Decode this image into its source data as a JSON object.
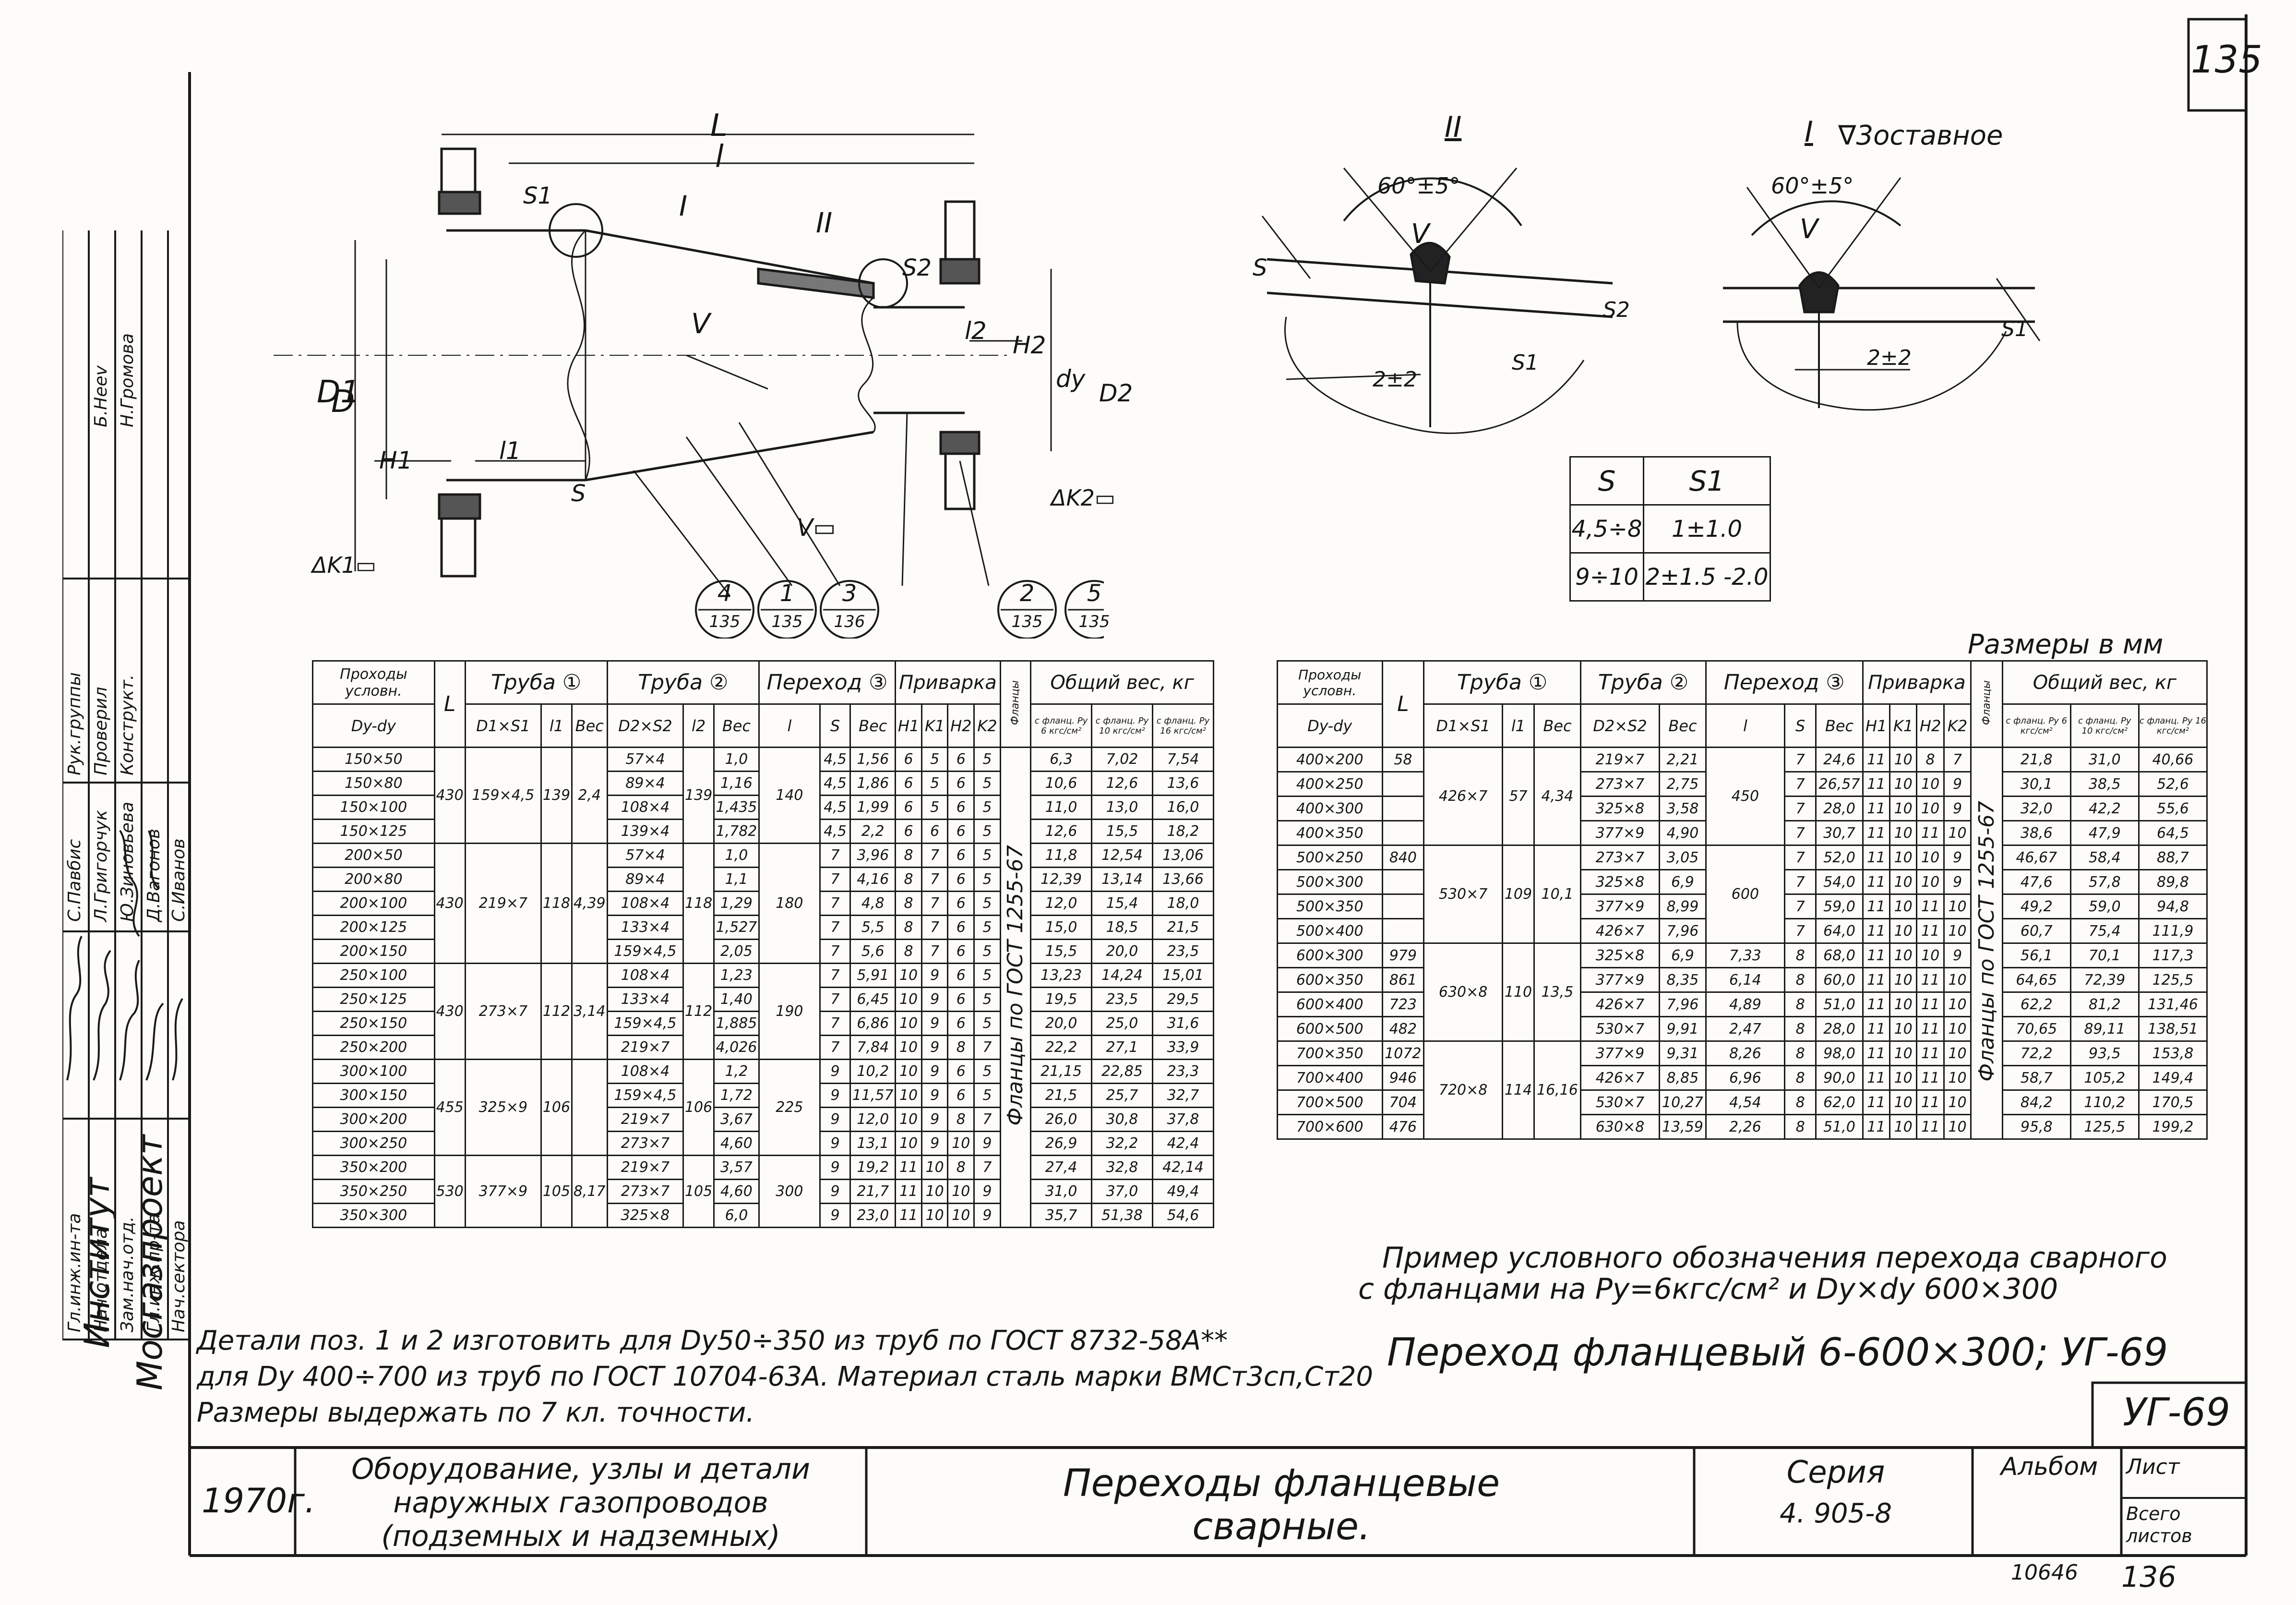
{
  "sheet_number": "135",
  "sheet_number_alt": "136",
  "archive_number": "10646",
  "drawing_code": "УГ-69",
  "dimensions_note": "Размеры в мм",
  "weld_detail_2": {
    "label": "II",
    "angle": "60°±5°",
    "weld_mark": "V",
    "gap": "2±2",
    "s_label": "S",
    "s1_label": "S1",
    "s2_label": "S2"
  },
  "weld_detail_1": {
    "label": "I",
    "note": "∇3оставное",
    "angle": "60°±5°",
    "weld_mark": "V",
    "gap": "2±2",
    "s1_label": "S1"
  },
  "s_table": {
    "headers": [
      "S",
      "S1"
    ],
    "rows": [
      [
        "4,5÷8",
        "1±1.0"
      ],
      [
        "9÷10",
        "2±1.5 -2.0"
      ]
    ]
  },
  "main_drawing": {
    "labels": {
      "L": "L",
      "l": "l",
      "S1": "S1",
      "S2": "S2",
      "I": "I",
      "II": "II",
      "V": "V",
      "D1": "D1",
      "D": "D",
      "H1": "H1",
      "l1": "l1",
      "l2": "l2",
      "H2": "H2",
      "Dy": "dy",
      "D2": "D2",
      "S": "S",
      "V_sq": "V▭",
      "dk1": "ΔK1▭",
      "dk2": "ΔK2▭"
    },
    "callouts": [
      {
        "num": "4",
        "sheet": "135"
      },
      {
        "num": "1",
        "sheet": "135"
      },
      {
        "num": "3",
        "sheet": "136"
      },
      {
        "num": "2",
        "sheet": "135"
      },
      {
        "num": "5",
        "sheet": "135"
      }
    ]
  },
  "left_table": {
    "header_top": [
      "Проходы условн.",
      "L",
      "Труба ①",
      "Труба ②",
      "Переход ③",
      "Приварка",
      "Фланцы",
      "Общий вес, кг"
    ],
    "header_sub": [
      "Dy-dy",
      "",
      "D1×S1",
      "l1",
      "Вес",
      "D2×S2",
      "l2",
      "Вес",
      "l",
      "S",
      "Вес",
      "H1",
      "K1",
      "H2",
      "K2",
      "",
      "с фланц. Ру 6 кгс/см²",
      "с фланц. Ру 10 кгс/см²",
      "с фланц. Ру 16 кгс/см²"
    ],
    "flange_note": "Фланцы по ГОСТ 1255-67",
    "groups": [
      {
        "L": "430",
        "pipe1": "159×4,5",
        "l1": "139",
        "w1": "2,4",
        "l": "140",
        "l2": "139",
        "rows": [
          [
            "150×50",
            "57×4",
            "1,0",
            "4,5",
            "1,56",
            "6",
            "5",
            "6",
            "5",
            "6,3",
            "7,02",
            "7,54"
          ],
          [
            "150×80",
            "89×4",
            "1,16",
            "4,5",
            "1,86",
            "6",
            "5",
            "6",
            "5",
            "10,6",
            "12,6",
            "13,6"
          ],
          [
            "150×100",
            "108×4",
            "1,435",
            "4,5",
            "1,99",
            "6",
            "5",
            "6",
            "5",
            "11,0",
            "13,0",
            "16,0"
          ],
          [
            "150×125",
            "139×4",
            "1,782",
            "4,5",
            "2,2",
            "6",
            "6",
            "6",
            "5",
            "12,6",
            "15,5",
            "18,2"
          ]
        ]
      },
      {
        "L": "430",
        "pipe1": "219×7",
        "l1": "118",
        "w1": "4,39",
        "l": "180",
        "l2": "118",
        "rows": [
          [
            "200×50",
            "57×4",
            "1,0",
            "7",
            "3,96",
            "8",
            "7",
            "6",
            "5",
            "11,8",
            "12,54",
            "13,06"
          ],
          [
            "200×80",
            "89×4",
            "1,1",
            "7",
            "4,16",
            "8",
            "7",
            "6",
            "5",
            "12,39",
            "13,14",
            "13,66"
          ],
          [
            "200×100",
            "108×4",
            "1,29",
            "7",
            "4,8",
            "8",
            "7",
            "6",
            "5",
            "12,0",
            "15,4",
            "18,0"
          ],
          [
            "200×125",
            "133×4",
            "1,527",
            "7",
            "5,5",
            "8",
            "7",
            "6",
            "5",
            "15,0",
            "18,5",
            "21,5"
          ],
          [
            "200×150",
            "159×4,5",
            "2,05",
            "7",
            "5,6",
            "8",
            "7",
            "6",
            "5",
            "15,5",
            "20,0",
            "23,5"
          ]
        ]
      },
      {
        "L": "430",
        "pipe1": "273×7",
        "l1": "112",
        "w1": "3,14",
        "l": "190",
        "l2": "112",
        "rows": [
          [
            "250×100",
            "108×4",
            "1,23",
            "7",
            "5,91",
            "10",
            "9",
            "6",
            "5",
            "13,23",
            "14,24",
            "15,01"
          ],
          [
            "250×125",
            "133×4",
            "1,40",
            "7",
            "6,45",
            "10",
            "9",
            "6",
            "5",
            "19,5",
            "23,5",
            "29,5"
          ],
          [
            "250×150",
            "159×4,5",
            "1,885",
            "7",
            "6,86",
            "10",
            "9",
            "6",
            "5",
            "20,0",
            "25,0",
            "31,6"
          ],
          [
            "250×200",
            "219×7",
            "4,026",
            "7",
            "7,84",
            "10",
            "9",
            "8",
            "7",
            "22,2",
            "27,1",
            "33,9"
          ]
        ]
      },
      {
        "L": "455",
        "pipe1": "325×9",
        "l1": "106",
        "w1": "",
        "l": "225",
        "l2": "106",
        "rows": [
          [
            "300×100",
            "108×4",
            "1,2",
            "9",
            "10,2",
            "10",
            "9",
            "6",
            "5",
            "21,15",
            "22,85",
            "23,3"
          ],
          [
            "300×150",
            "159×4,5",
            "1,72",
            "9",
            "11,57",
            "10",
            "9",
            "6",
            "5",
            "21,5",
            "25,7",
            "32,7"
          ],
          [
            "300×200",
            "219×7",
            "3,67",
            "9",
            "12,0",
            "10",
            "9",
            "8",
            "7",
            "26,0",
            "30,8",
            "37,8"
          ],
          [
            "300×250",
            "273×7",
            "4,60",
            "9",
            "13,1",
            "10",
            "9",
            "10",
            "9",
            "26,9",
            "32,2",
            "42,4"
          ]
        ]
      },
      {
        "L": "530",
        "pipe1": "377×9",
        "l1": "105",
        "w1": "8,17",
        "l": "300",
        "l2": "105",
        "rows": [
          [
            "350×200",
            "219×7",
            "3,57",
            "9",
            "19,2",
            "11",
            "10",
            "8",
            "7",
            "27,4",
            "32,8",
            "42,14"
          ],
          [
            "350×250",
            "273×7",
            "4,60",
            "9",
            "21,7",
            "11",
            "10",
            "10",
            "9",
            "31,0",
            "37,0",
            "49,4"
          ],
          [
            "350×300",
            "325×8",
            "6,0",
            "9",
            "23,0",
            "11",
            "10",
            "10",
            "9",
            "35,7",
            "51,38",
            "54,6"
          ]
        ]
      }
    ]
  },
  "right_table": {
    "header_top": [
      "Проходы условн.",
      "L",
      "Труба ①",
      "Труба ②",
      "Переход ③",
      "Приварка",
      "Фланцы",
      "Общий вес, кг"
    ],
    "header_sub": [
      "Dy-dy",
      "",
      "D1×S1",
      "l1",
      "Вес",
      "D2×S2",
      "Вес",
      "l",
      "S",
      "Вес",
      "H1",
      "K1",
      "H2",
      "K2",
      "",
      "с фланц. Ру 6 кгс/см²",
      "с фланц. Ру 10 кгс/см²",
      "с фланц. Ру 16 кгс/см²"
    ],
    "flange_note": "Фланцы по ГОСТ 1255-67",
    "rows": [
      [
        "400×200",
        "219×7",
        "2,21",
        "7",
        "24,6",
        "11",
        "10",
        "8",
        "7",
        "21,8",
        "31,0",
        "40,66"
      ],
      [
        "400×250",
        "273×7",
        "2,75",
        "7",
        "26,57",
        "11",
        "10",
        "10",
        "9",
        "30,1",
        "38,5",
        "52,6"
      ],
      [
        "400×300",
        "325×8",
        "3,58",
        "7",
        "28,0",
        "11",
        "10",
        "10",
        "9",
        "32,0",
        "42,2",
        "55,6"
      ],
      [
        "400×350",
        "377×9",
        "4,90",
        "7",
        "30,7",
        "11",
        "10",
        "11",
        "10",
        "38,6",
        "47,9",
        "64,5"
      ],
      [
        "500×250",
        "273×7",
        "3,05",
        "7",
        "52,0",
        "11",
        "10",
        "10",
        "9",
        "46,67",
        "58,4",
        "88,7"
      ],
      [
        "500×300",
        "325×8",
        "6,9",
        "7",
        "54,0",
        "11",
        "10",
        "10",
        "9",
        "47,6",
        "57,8",
        "89,8"
      ],
      [
        "500×350",
        "377×9",
        "8,99",
        "7",
        "59,0",
        "11",
        "10",
        "11",
        "10",
        "49,2",
        "59,0",
        "94,8"
      ],
      [
        "500×400",
        "426×7",
        "7,96",
        "7",
        "64,0",
        "11",
        "10",
        "11",
        "10",
        "60,7",
        "75,4",
        "111,9"
      ],
      [
        "600×300",
        "325×8",
        "6,9",
        "8",
        "68,0",
        "11",
        "10",
        "10",
        "9",
        "56,1",
        "70,1",
        "117,3"
      ],
      [
        "600×350",
        "377×9",
        "8,35",
        "8",
        "60,0",
        "11",
        "10",
        "11",
        "10",
        "64,65",
        "72,39",
        "125,5"
      ],
      [
        "600×400",
        "426×7",
        "7,96",
        "8",
        "51,0",
        "11",
        "10",
        "11",
        "10",
        "62,2",
        "81,2",
        "131,46"
      ],
      [
        "600×500",
        "530×7",
        "9,91",
        "8",
        "28,0",
        "11",
        "10",
        "11",
        "10",
        "70,65",
        "89,11",
        "138,51"
      ],
      [
        "700×350",
        "377×9",
        "9,31",
        "8",
        "98,0",
        "11",
        "10",
        "11",
        "10",
        "72,2",
        "93,5",
        "153,8"
      ],
      [
        "700×400",
        "426×7",
        "8,85",
        "8",
        "90,0",
        "11",
        "10",
        "11",
        "10",
        "58,7",
        "105,2",
        "149,4"
      ],
      [
        "700×500",
        "530×7",
        "10,27",
        "8",
        "62,0",
        "11",
        "10",
        "11",
        "10",
        "84,2",
        "110,2",
        "170,5"
      ],
      [
        "700×600",
        "630×8",
        "13,59",
        "8",
        "51,0",
        "11",
        "10",
        "11",
        "10",
        "95,8",
        "125,5",
        "199,2"
      ]
    ],
    "extra_cols": {
      "L_per_row": [
        "58",
        "",
        "",
        "",
        "840",
        "",
        "",
        "",
        "979",
        "861",
        "723",
        "482",
        "1072",
        "946",
        "704",
        "476"
      ],
      "l_per_row": [
        "",
        "",
        "",
        "",
        "",
        "",
        "",
        "",
        "7,33",
        "6,14",
        "4,89",
        "2,47",
        "8,26",
        "6,96",
        "4,54",
        "2,26"
      ]
    },
    "groups": [
      {
        "pipe1": "426×7",
        "l1": "57",
        "w1": "4,34",
        "l2": "57",
        "l": "450"
      },
      {
        "pipe1": "530×7",
        "l1": "109",
        "w1": "10,1",
        "l2": "109",
        "l": "600"
      },
      {
        "pipe1": "630×8",
        "l1": "110",
        "w1": "13,5",
        "l2": "110",
        "l": ""
      },
      {
        "pipe1": "720×8",
        "l1": "114",
        "w1": "16,16",
        "l2": "114",
        "l": ""
      }
    ]
  },
  "example": {
    "line1": "Пример условного обозначения перехода сварного",
    "line2": "с фланцами на Ру=6кгс/см² и Dy×dy 600×300",
    "designation": "Переход фланцевый 6-600×300; УГ-69"
  },
  "notes": [
    "Детали поз. 1 и 2 изготовить для Dy50÷350 из труб по ГОСТ 8732-58А**",
    "для Dy 400÷700 из труб по ГОСТ 10704-63А. Материал сталь марки ВМСт3сп,Ст20",
    "Размеры выдержать по 7 кл. точности."
  ],
  "title_block": {
    "year": "1970г.",
    "subject": [
      "Оборудование, узлы и детали",
      "наружных газопроводов",
      "(подземных и надземных)"
    ],
    "title": [
      "Переходы фланцевые",
      "сварные."
    ],
    "series_label": "Серия",
    "series": "4. 905-8",
    "album_label": "Альбом",
    "sheet_label": "Лист",
    "sheets_total_label": "Всего листов"
  },
  "side_stamp": {
    "institute": [
      "Институт",
      "Мосгазпроект"
    ],
    "roles": [
      "Гл.инж.ин-та",
      "Нач.отдела",
      "Зам.нач.отд.",
      "Гл.инж.пр-та",
      "Нач.сектора"
    ],
    "names": [
      "С.Павбис",
      "Л.Григорчук",
      "Ю.Зиновьева",
      "Д.Вагонов",
      "С.Иванов"
    ],
    "roles2": [
      "Рук.группы",
      "Проверил",
      "Конструкт."
    ],
    "names2": [
      "Б.Нееv",
      "Н.Громова"
    ]
  }
}
